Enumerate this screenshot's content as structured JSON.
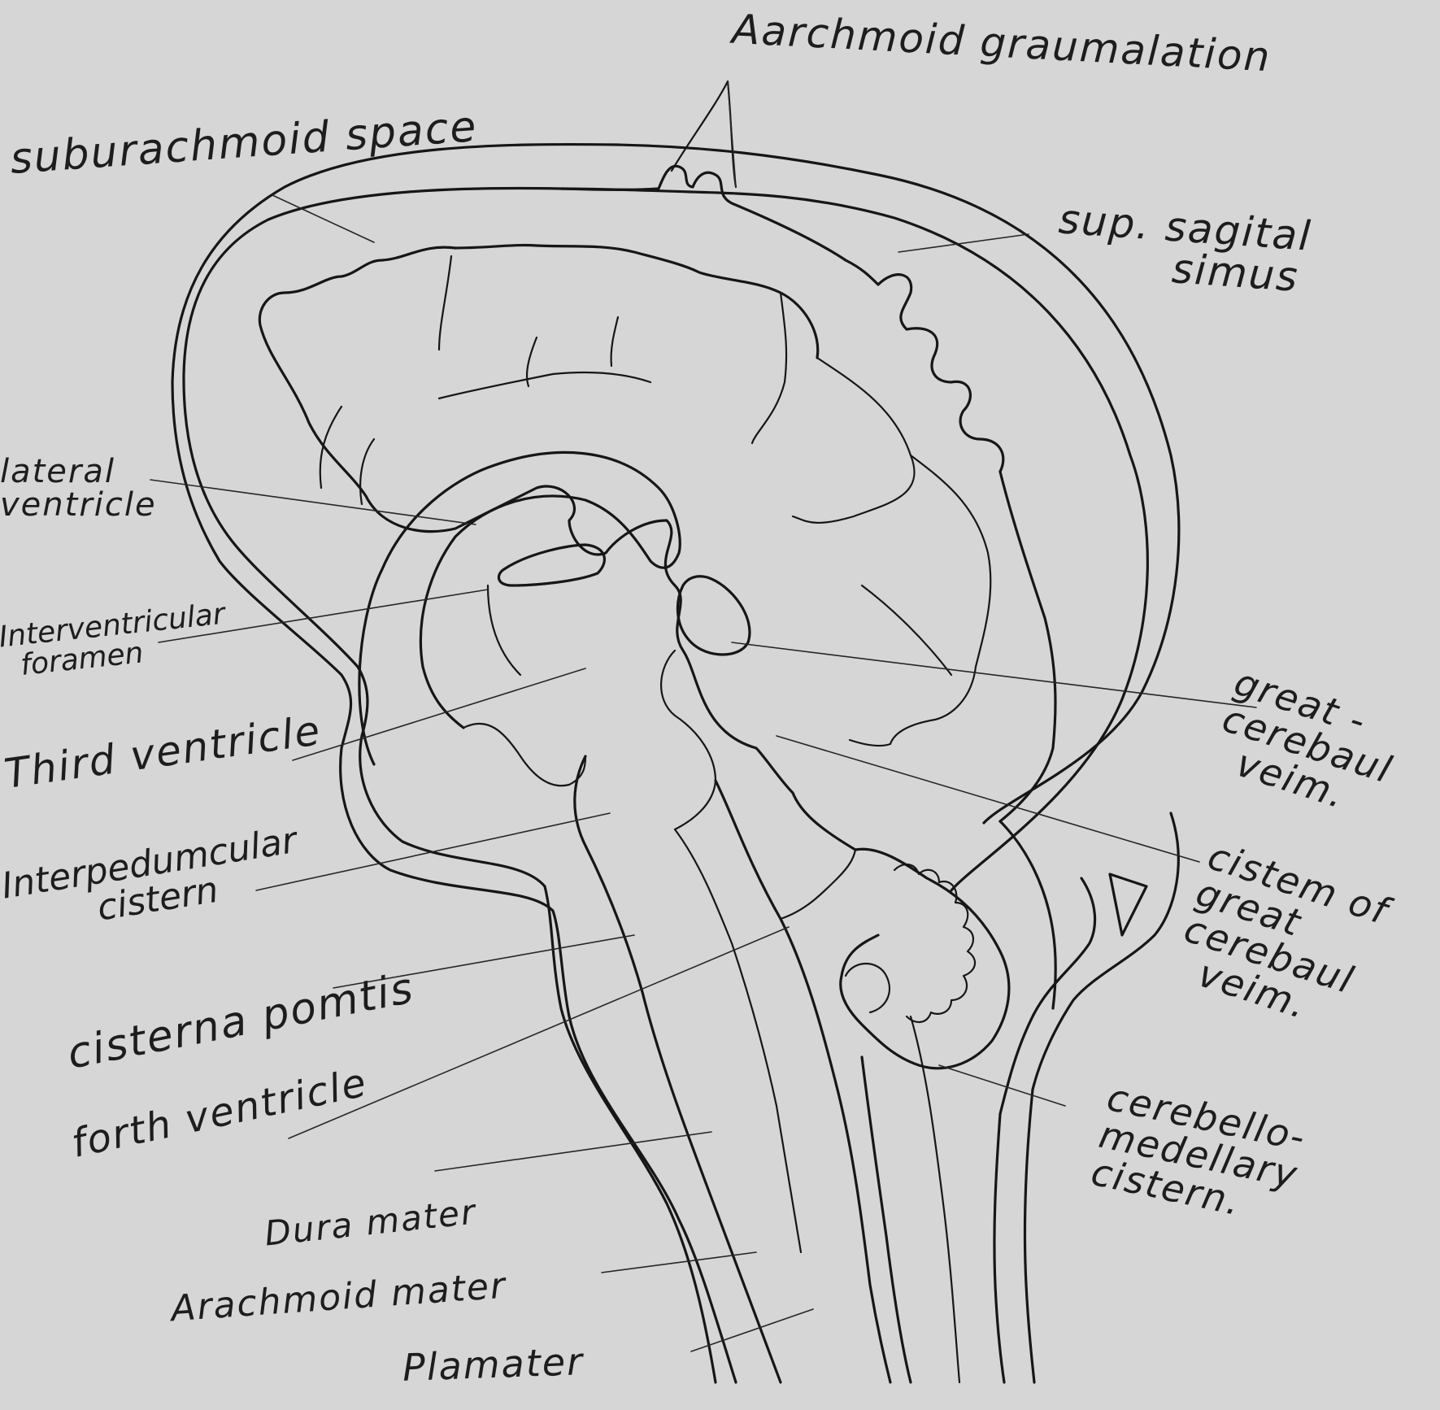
{
  "diagram": {
    "type": "hand-drawn anatomical sketch",
    "colors": {
      "paper": "#d6d6d6",
      "ink": "#161616"
    }
  },
  "labels": {
    "arachnoid_granulation": "Aarchmoid graumalation",
    "subarachnoid_space": "suburachmoid space",
    "sup_sagittal_sinus": "sup. sagital\n        simus",
    "lateral_ventricle": "lateral\nventricle",
    "interventricular_foramen": "Interventricular\n  foramen",
    "third_ventricle": "Third ventricle",
    "interpeduncular_cistern": "Interpedumcular\n        cistern",
    "cisterna_pontis": "cisterna pomtis",
    "fourth_ventricle": "forth ventricle",
    "dura_mater": "Dura mater",
    "arachnoid_mater": "Arachmoid mater",
    "pia_mater": "Plamater",
    "great_cerebral_vein": "great -\ncerebaul\n  veim.",
    "cistern_great_cerebral_vein": "cistem of\ngreat\ncerebaul\n  veim.",
    "cerebellomedullary_cistern": "cerebello-\nmedellary\ncistern."
  }
}
